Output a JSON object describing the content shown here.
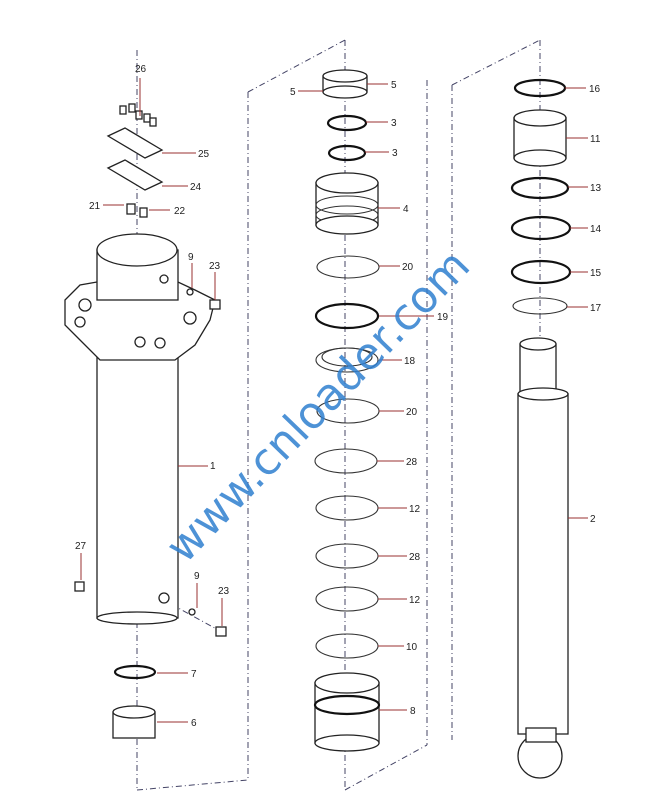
{
  "title": "Hydraulic cylinder exploded parts diagram",
  "watermark": "www.cnloader.com",
  "colors": {
    "leader": "#9a3030",
    "watermark": "#2f7fd0"
  },
  "labels": {
    "l26": "26",
    "l25": "25",
    "l24": "24",
    "l21": "21",
    "l22": "22",
    "l9a": "9",
    "l23a": "23",
    "l1": "1",
    "l27": "27",
    "l9b": "9",
    "l23b": "23",
    "l7": "7",
    "l6": "6",
    "m5a": "5",
    "m5b": "5",
    "m3a": "3",
    "m3b": "3",
    "m4": "4",
    "m20a": "20",
    "m19": "19",
    "m18": "18",
    "m20b": "20",
    "m28a": "28",
    "m12a": "12",
    "m28b": "28",
    "m12b": "12",
    "m10": "10",
    "m8": "8",
    "r16": "16",
    "r11": "11",
    "r13": "13",
    "r14": "14",
    "r15": "15",
    "r17": "17",
    "r2": "2"
  }
}
